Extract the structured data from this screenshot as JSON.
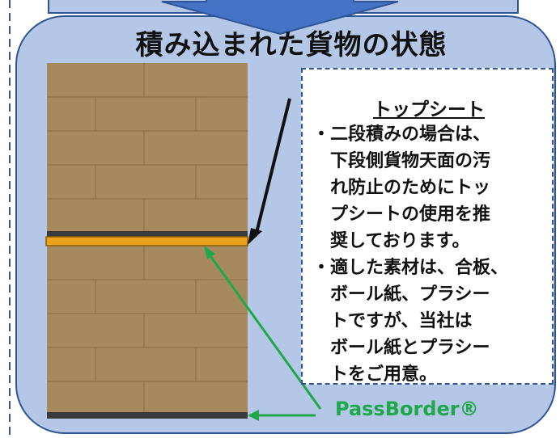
{
  "title": "積み込まれた貨物の状態",
  "callout": {
    "heading": "トップシート",
    "bullet1": [
      "・二段積みの場合は、",
      "下段側貨物天面の汚",
      "れ防止のためにトッ",
      "プシートの使用を推",
      "奨しております。"
    ],
    "bullet2": [
      "・適した素材は、合板、",
      "ボール紙、プラシー",
      "トですが、当社は",
      "ボール紙とプラシー",
      "トをご用意。"
    ]
  },
  "product_label": "PassBorder®",
  "colors": {
    "panel_fill": "#b4c7e7",
    "panel_border": "#2f5597",
    "arrow_fill": "#4472c4",
    "box": "#a68a5e",
    "topsheet": "#e8a21c",
    "pointer_black": "#111111",
    "pointer_green": "#1fa84a"
  }
}
